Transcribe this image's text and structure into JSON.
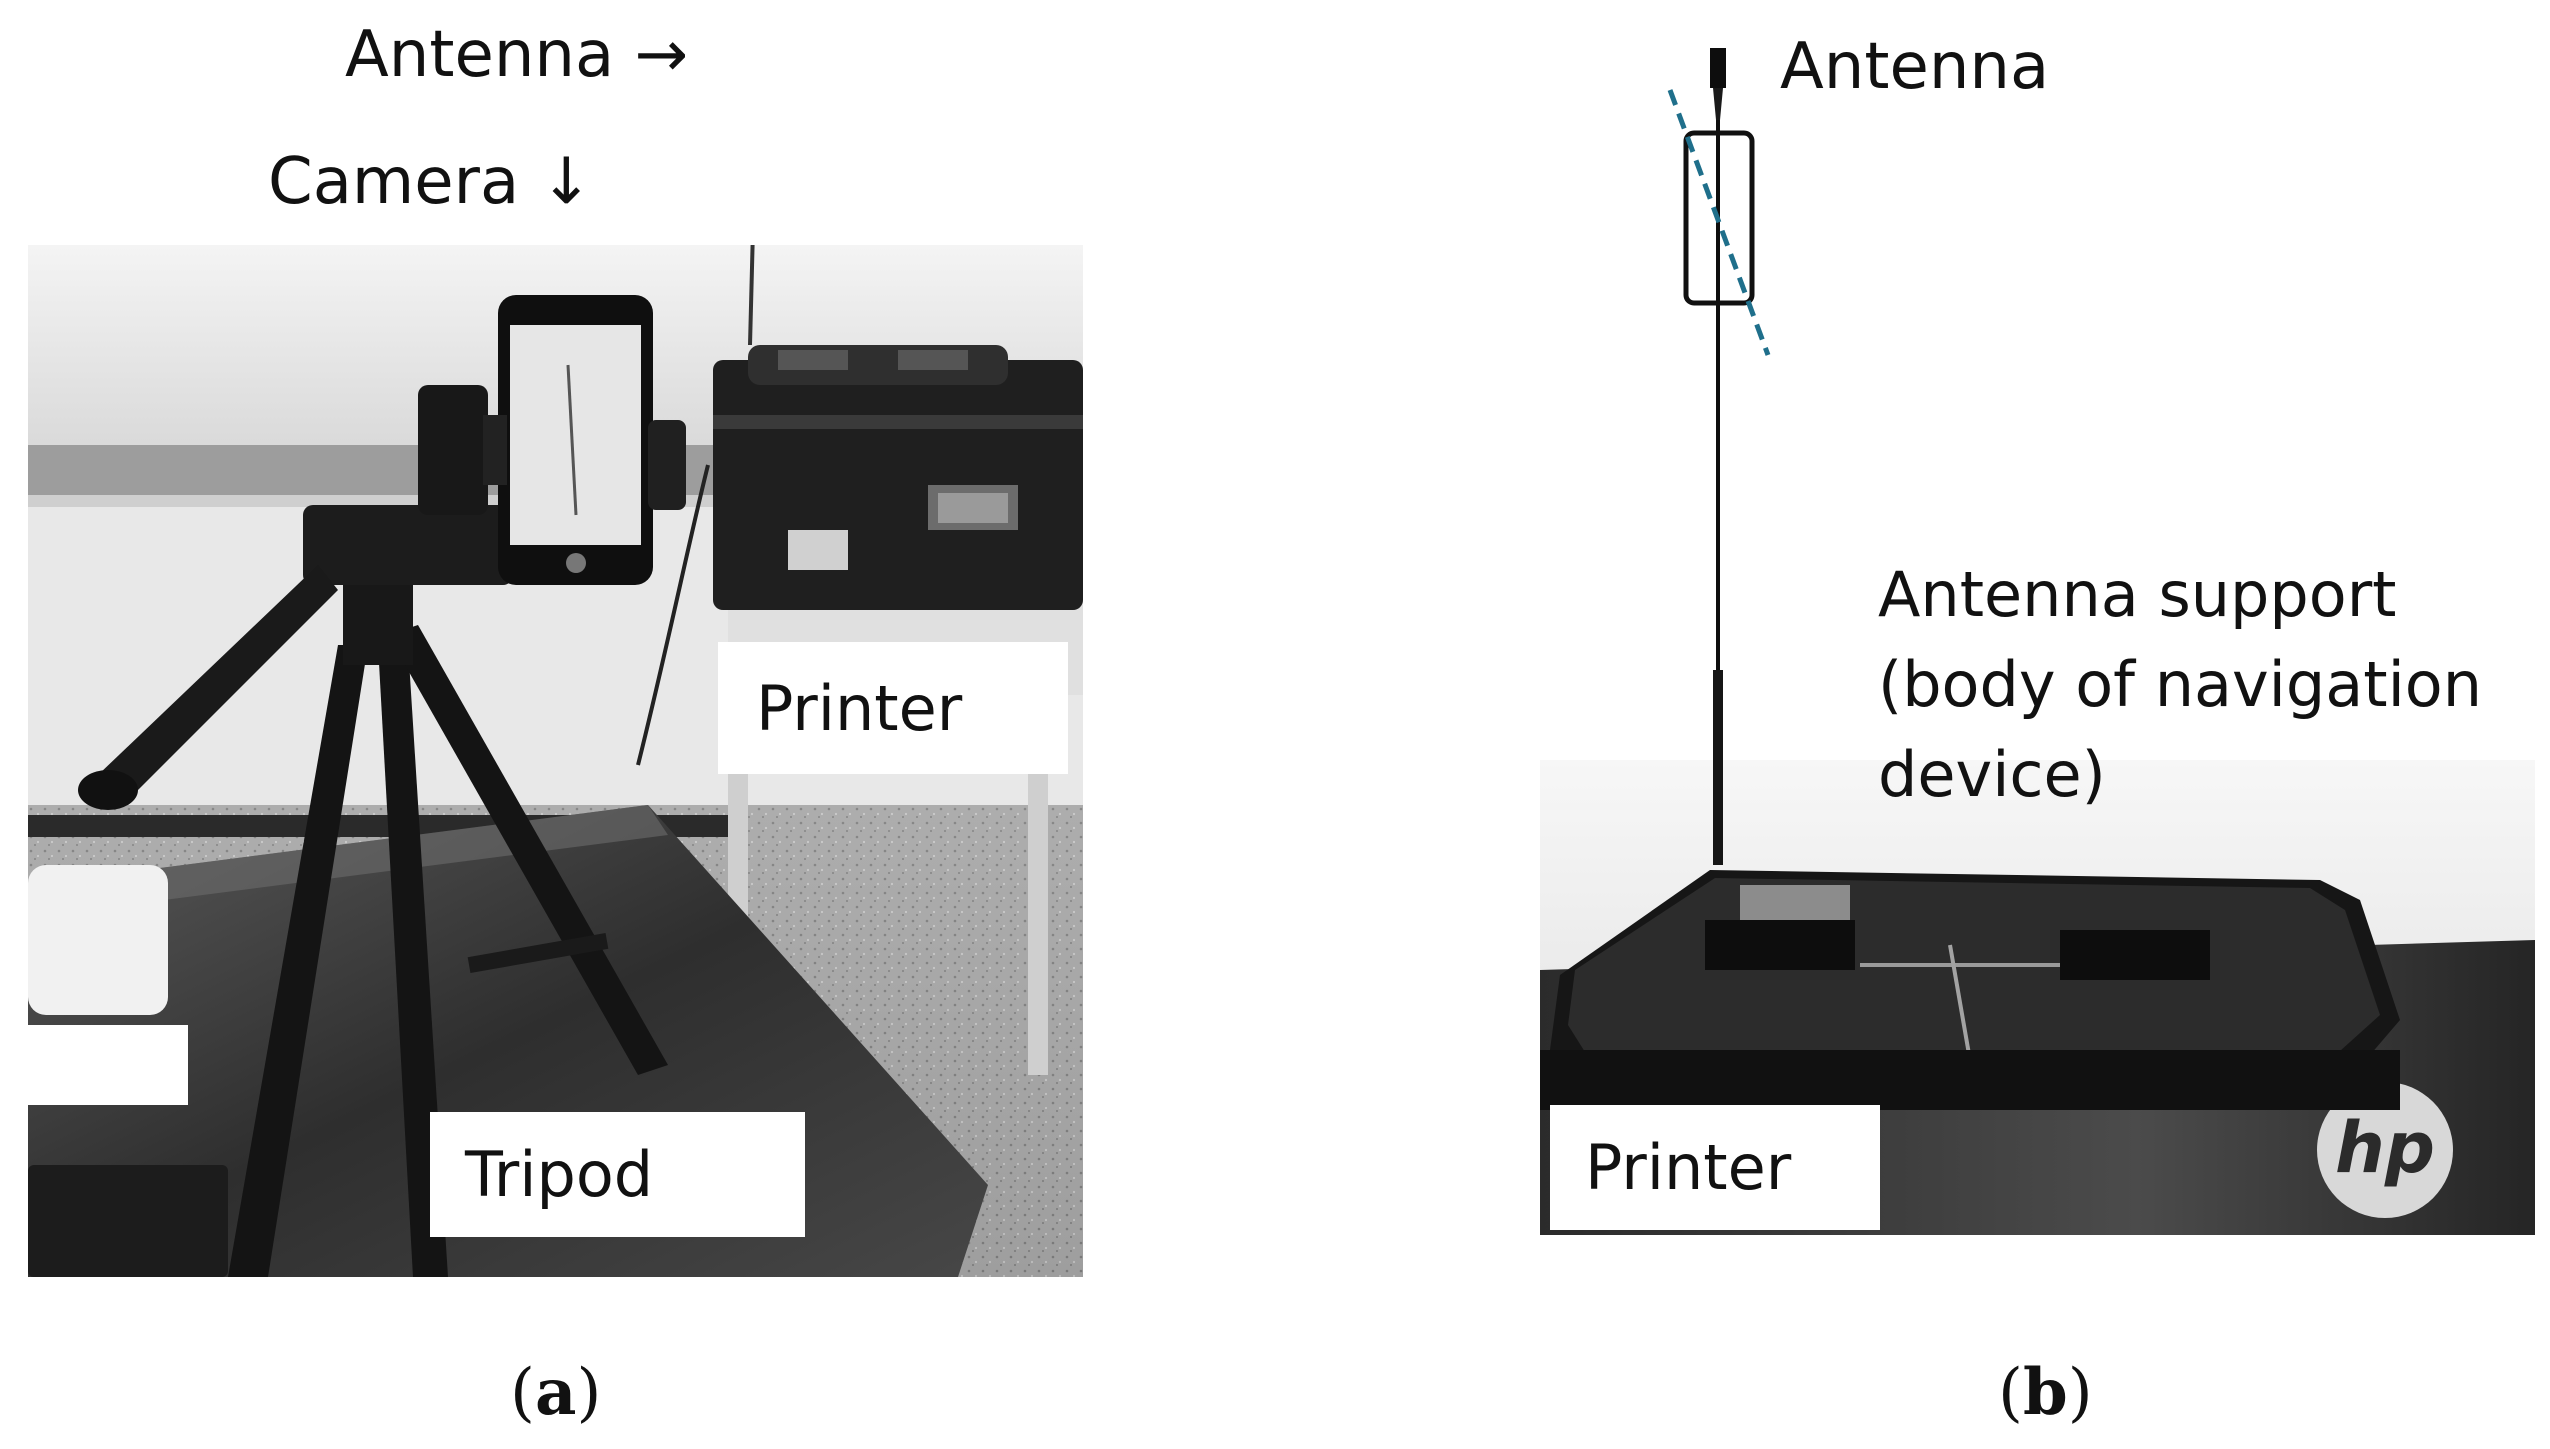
{
  "panel_a": {
    "labels": {
      "antenna": "Antenna →",
      "camera": "Camera ↓",
      "printer": "Printer",
      "tripod": "Tripod"
    },
    "caption": {
      "open": "(",
      "letter": "a",
      "close": ")"
    }
  },
  "panel_b": {
    "labels": {
      "antenna": "Antenna",
      "support_line1": "Antenna support",
      "support_line2": "(body of navigation",
      "support_line3": "device)",
      "printer": "Printer",
      "hp_logo": "hp"
    },
    "caption": {
      "open": "(",
      "letter": "b",
      "close": ")"
    }
  },
  "colors": {
    "tilt_line": "#1f6f8b",
    "label_box": "#ffffff",
    "text": "#111111"
  }
}
